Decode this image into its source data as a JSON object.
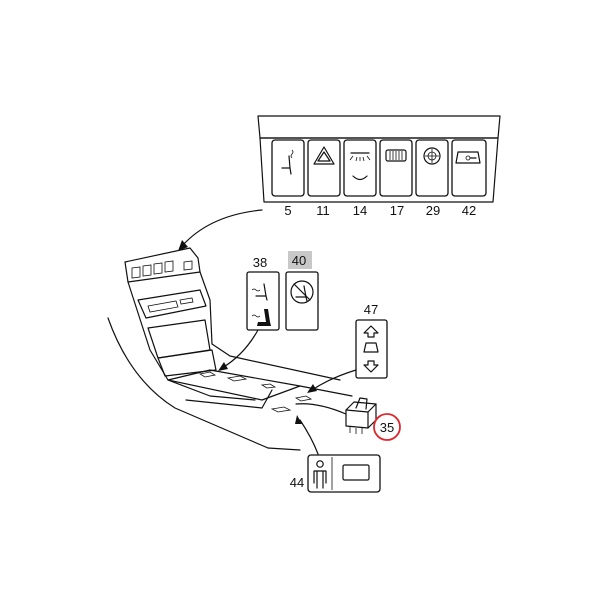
{
  "switch_bar": {
    "callouts": [
      "5",
      "11",
      "14",
      "17",
      "29",
      "42"
    ],
    "icons": [
      "seat-heat-icon",
      "hazard-triangle-icon",
      "interior-light-icon",
      "rear-defrost-icon",
      "tire-icon",
      "door-lock-icon"
    ]
  },
  "switch_38": {
    "label": "38",
    "icons": [
      "seat-back-heat-icon",
      "seat-heat-icon"
    ]
  },
  "switch_40": {
    "label": "40",
    "icon": "seat-heat-off-icon",
    "highlight": "#c8c8c8"
  },
  "switch_47": {
    "label": "47",
    "icons": [
      "arrow-up-icon",
      "window-icon",
      "arrow-down-icon"
    ]
  },
  "part_35": {
    "label": "35",
    "circle_color": "#e0262b"
  },
  "switch_44": {
    "label": "44",
    "icons": [
      "person-icon",
      "rectangle-button-icon"
    ]
  }
}
